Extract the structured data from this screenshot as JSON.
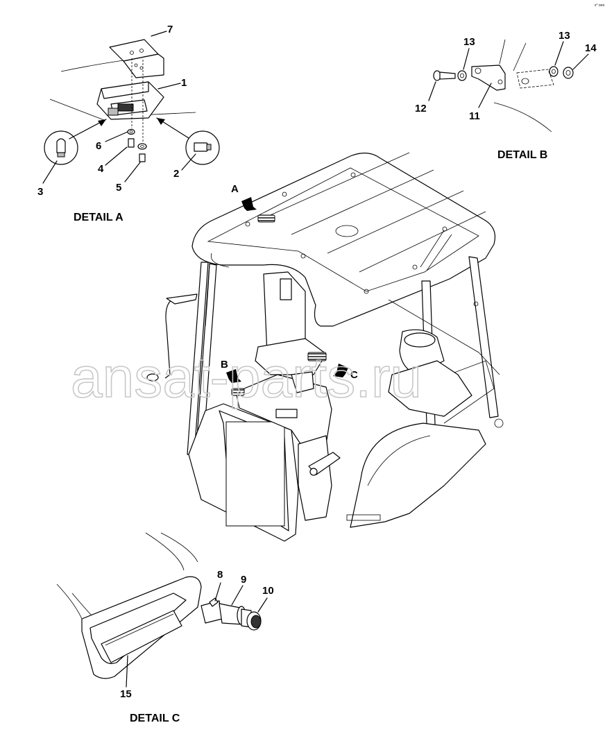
{
  "watermark": "ansat-parts.ru",
  "corner_mark": "x° ooo",
  "details": {
    "a": {
      "title": "DETAIL A",
      "pointer": "A"
    },
    "b": {
      "title": "DETAIL B",
      "pointer": "B"
    },
    "c": {
      "title": "DETAIL C",
      "pointer": "C"
    }
  },
  "callouts": {
    "c1": "1",
    "c2": "2",
    "c3": "3",
    "c4": "4",
    "c5": "5",
    "c6": "6",
    "c7": "7",
    "c8": "8",
    "c9": "9",
    "c10": "10",
    "c11": "11",
    "c12": "12",
    "c13a": "13",
    "c13b": "13",
    "c14": "14",
    "c15": "15"
  }
}
